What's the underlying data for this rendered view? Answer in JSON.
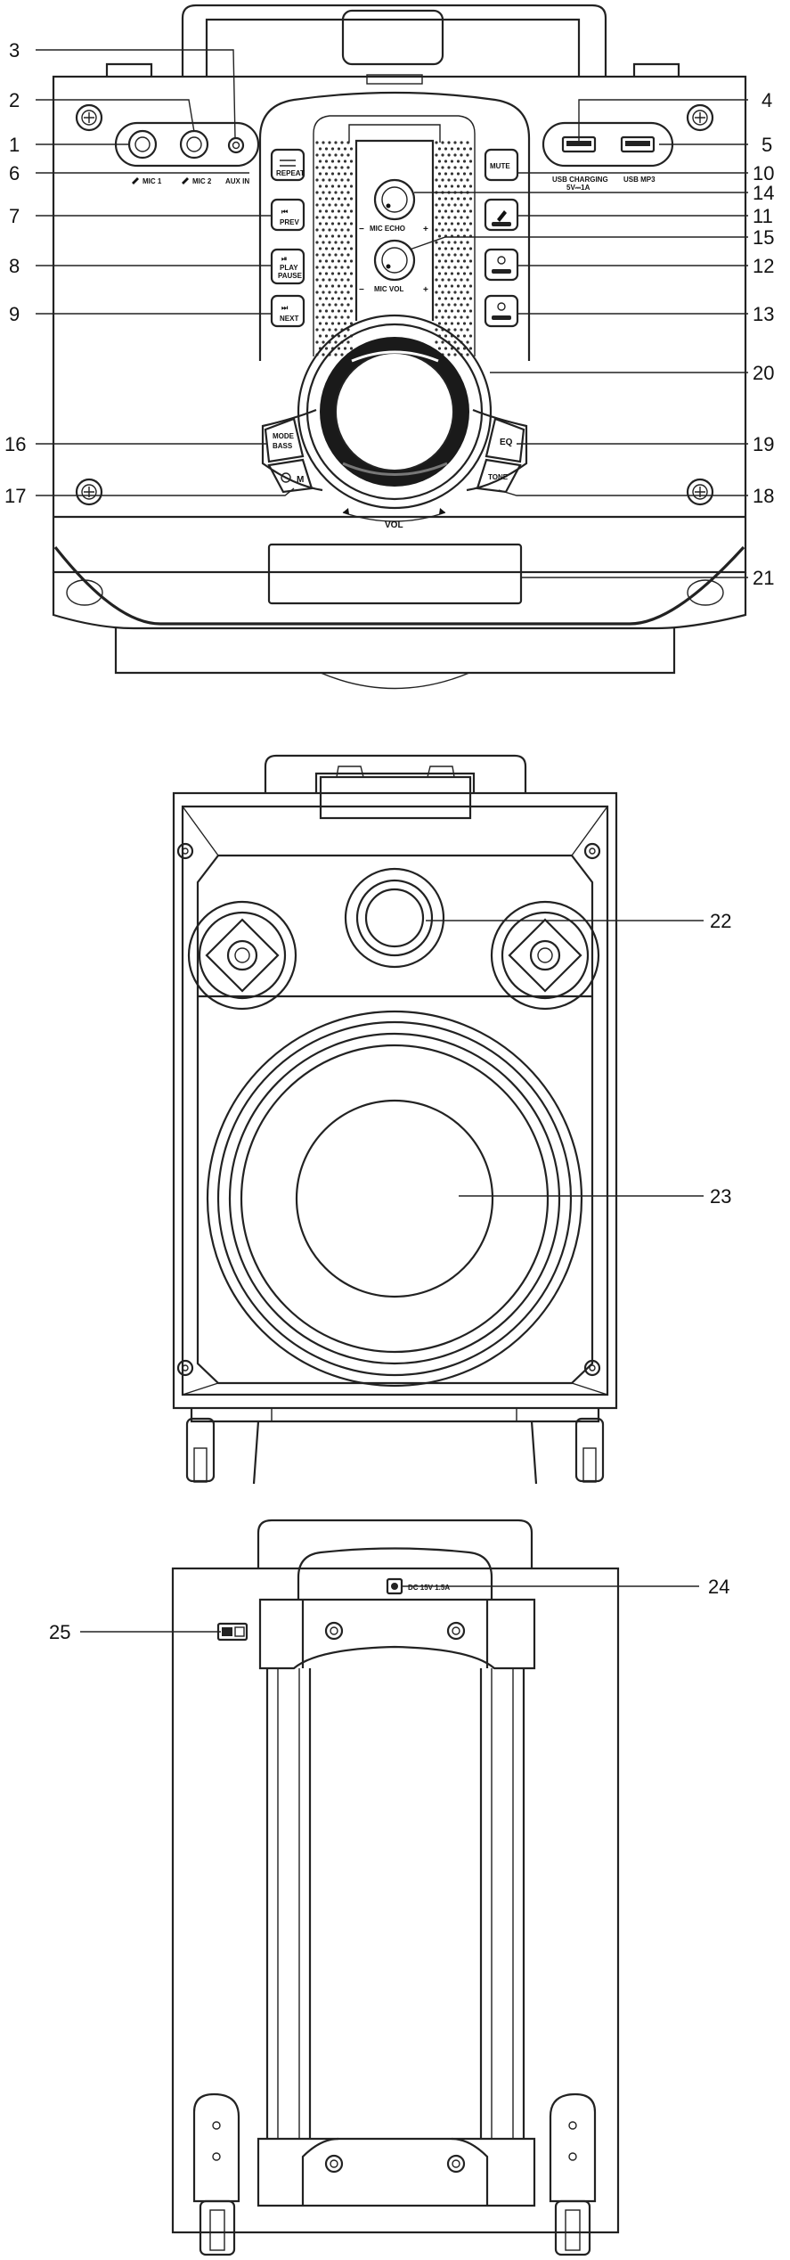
{
  "callouts": [
    {
      "n": "1"
    },
    {
      "n": "2"
    },
    {
      "n": "3"
    },
    {
      "n": "4"
    },
    {
      "n": "5"
    },
    {
      "n": "6"
    },
    {
      "n": "7"
    },
    {
      "n": "8"
    },
    {
      "n": "9"
    },
    {
      "n": "10"
    },
    {
      "n": "11"
    },
    {
      "n": "12"
    },
    {
      "n": "13"
    },
    {
      "n": "14"
    },
    {
      "n": "15"
    },
    {
      "n": "16"
    },
    {
      "n": "17"
    },
    {
      "n": "18"
    },
    {
      "n": "19"
    },
    {
      "n": "20"
    },
    {
      "n": "21"
    },
    {
      "n": "22"
    },
    {
      "n": "23"
    },
    {
      "n": "24"
    },
    {
      "n": "25"
    }
  ],
  "panel": {
    "mic1": "MIC 1",
    "mic2": "MIC 2",
    "aux_in": "AUX IN",
    "usb_charging": "USB CHARGING",
    "usb_charging_spec": "5V⎓1A",
    "usb_mp3": "USB MP3",
    "repeat": "REPEAT",
    "prev": "PREV",
    "play": "PLAY",
    "pause": "PAUSE",
    "next": "NEXT",
    "mute": "MUTE",
    "mic_echo": "MIC ECHO",
    "mic_vol": "MIC VOL",
    "minus": "−",
    "plus": "+",
    "mode": "MODE",
    "bass": "BASS",
    "eq": "EQ",
    "tone": "TONE",
    "m": "M",
    "vol": "VOL",
    "dc_in": "DC 15V 1.5A"
  }
}
